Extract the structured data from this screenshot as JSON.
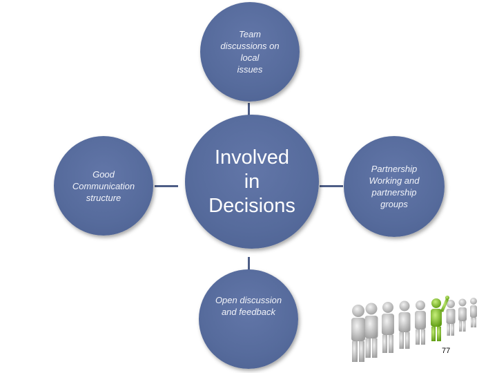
{
  "diagram": {
    "center": "Involved\nin\nDecisions",
    "top": "Team\ndiscussions on\nlocal\nissues",
    "left": "Good\nCommunication\nstructure",
    "right": "Partnership\nWorking and\npartnership\ngroups",
    "bottom": "Open discussion\nand feedback"
  },
  "colors": {
    "circle": "#566b9c",
    "connector": "#4d5d86",
    "figure_gray": "#bdbdbd",
    "figure_highlight": "#7fbf1f"
  },
  "slide_number": "77"
}
